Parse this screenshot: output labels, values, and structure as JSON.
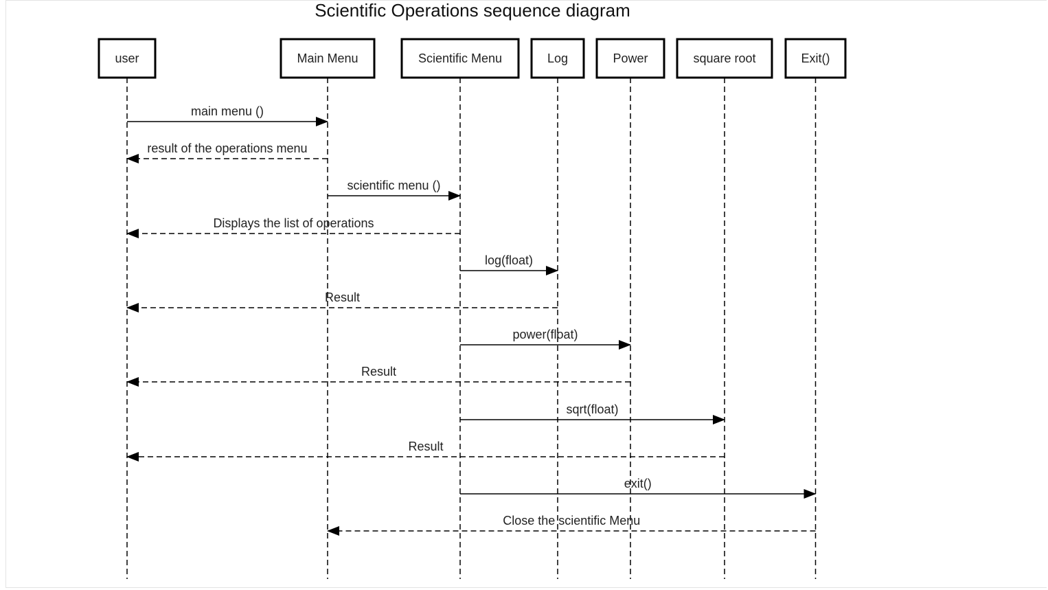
{
  "title": "Scientific Operations sequence diagram",
  "participants": [
    {
      "id": "user",
      "label": "user"
    },
    {
      "id": "main",
      "label": "Main Menu"
    },
    {
      "id": "sci",
      "label": "Scientific Menu"
    },
    {
      "id": "log",
      "label": "Log"
    },
    {
      "id": "power",
      "label": "Power"
    },
    {
      "id": "sqrt",
      "label": "square root"
    },
    {
      "id": "exit",
      "label": "Exit()"
    }
  ],
  "messages": [
    {
      "from": "user",
      "to": "main",
      "label": "main menu ()",
      "kind": "call"
    },
    {
      "from": "main",
      "to": "user",
      "label": "result of the operations menu",
      "kind": "return"
    },
    {
      "from": "main",
      "to": "sci",
      "label": "scientific menu ()",
      "kind": "call"
    },
    {
      "from": "sci",
      "to": "user",
      "label": "Displays the list of operations",
      "kind": "return"
    },
    {
      "from": "sci",
      "to": "log",
      "label": "log(float)",
      "kind": "call"
    },
    {
      "from": "log",
      "to": "user",
      "label": "Result",
      "kind": "return"
    },
    {
      "from": "sci",
      "to": "power",
      "label": "power(float)",
      "kind": "call"
    },
    {
      "from": "power",
      "to": "user",
      "label": "Result",
      "kind": "return"
    },
    {
      "from": "sci",
      "to": "sqrt",
      "label": "sqrt(float)",
      "kind": "call"
    },
    {
      "from": "sqrt",
      "to": "user",
      "label": "Result",
      "kind": "return"
    },
    {
      "from": "sci",
      "to": "exit",
      "label": "exit()",
      "kind": "call"
    },
    {
      "from": "exit",
      "to": "main",
      "label": "Close the scientific Menu",
      "kind": "return"
    }
  ]
}
